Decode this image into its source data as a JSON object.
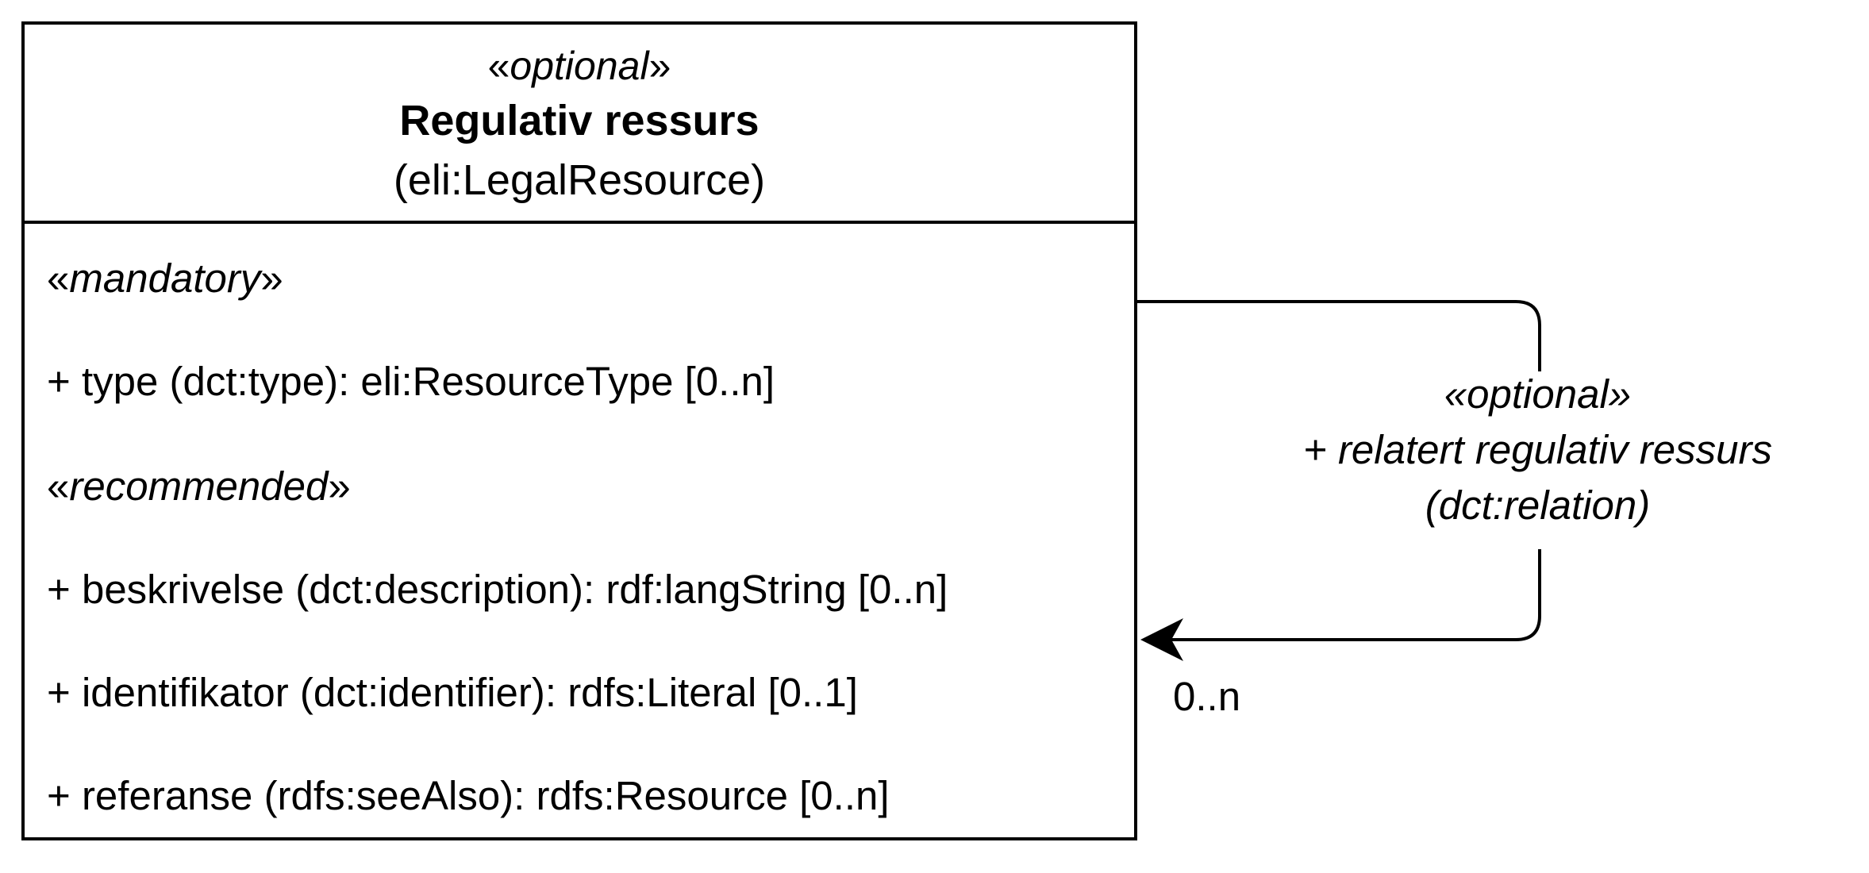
{
  "class": {
    "stereotype": "optional",
    "name": "Regulativ ressurs",
    "uri": "(eli:LegalResource)",
    "sections": [
      {
        "stereotype": "mandatory",
        "attributes": [
          "+ type (dct:type): eli:ResourceType [0..n]"
        ]
      },
      {
        "stereotype": "recommended",
        "attributes": [
          "+ beskrivelse (dct:description): rdf:langString [0..n]",
          "+ identifikator (dct:identifier): rdfs:Literal [0..1]",
          "+ referanse (rdfs:seeAlso): rdfs:Resource [0..n]"
        ]
      }
    ]
  },
  "association": {
    "stereotype": "«optional»",
    "name": "+ relatert regulativ ressurs",
    "property": "(dct:relation)",
    "multiplicity": "0..n"
  }
}
